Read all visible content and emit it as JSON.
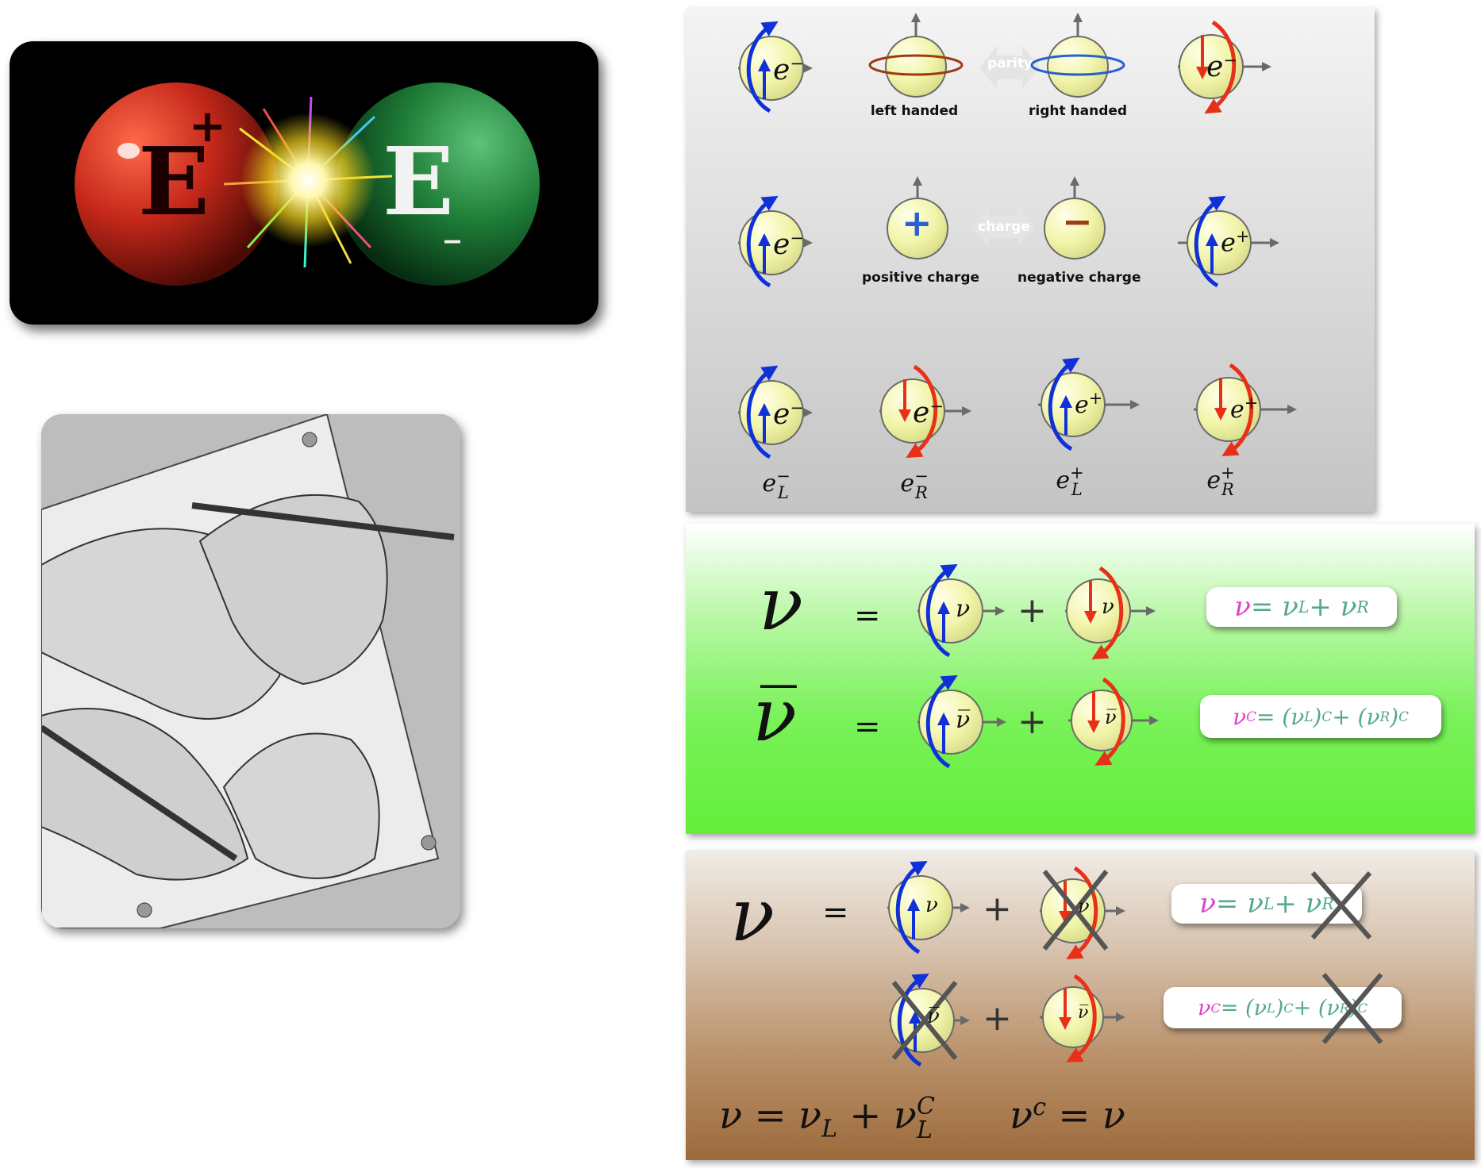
{
  "logo": {
    "left_letter": "E",
    "left_sign": "+",
    "right_letter": "E",
    "right_sign": "_"
  },
  "panel1": {
    "row1": {
      "particle_left": "e",
      "sup_left": "−",
      "left_label": "left handed",
      "chip": "parity",
      "right_label": "right handed",
      "particle_right": "e",
      "sup_right": "−"
    },
    "row2": {
      "particle_left": "e",
      "sup_left": "−",
      "pos_symbol": "+",
      "pos_label": "positive charge",
      "chip": "charge",
      "neg_symbol": "−",
      "neg_label": "negative charge",
      "particle_right": "e",
      "sup_right": "+"
    },
    "row3": [
      {
        "particle": "e",
        "sup": "−",
        "label_base": "e",
        "label_sup": "−",
        "label_sub": "L"
      },
      {
        "particle": "e",
        "sup": "−",
        "label_base": "e",
        "label_sup": "−",
        "label_sub": "R"
      },
      {
        "particle": "e",
        "sup": "+",
        "label_base": "e",
        "label_sup": "+",
        "label_sub": "L"
      },
      {
        "particle": "e",
        "sup": "+",
        "label_base": "e",
        "label_sup": "+",
        "label_sub": "R"
      }
    ]
  },
  "panel2": {
    "nu_symbol": "ν",
    "nubar_symbol": "ν̅",
    "equals": "=",
    "plus": "+",
    "sphere_nu": "ν",
    "sphere_nubar": "ν̅",
    "formula1": {
      "lhs": "ν",
      "eq": " = ν",
      "sub1": "L",
      "mid": " + ν",
      "sub2": "R"
    },
    "formula2": {
      "lhs": "ν",
      "lhs_sup": "C",
      "p1": " = (ν",
      "sub1": "L",
      "p2": ")",
      "sup1": "C",
      "p3": " + (ν",
      "sub2": "R",
      "p4": ")",
      "sup2": "C"
    }
  },
  "panel3": {
    "nu_symbol": "ν",
    "equals": "=",
    "plus": "+",
    "sphere_nu": "ν",
    "sphere_nubar": "ν̅",
    "formula1": {
      "lhs": "ν",
      "eq": " = ν",
      "sub1": "L",
      "mid": " + ν",
      "sub2": "R"
    },
    "formula2": {
      "lhs": "ν",
      "lhs_sup": "C",
      "p1": " = (ν",
      "sub1": "L",
      "p2": ")",
      "sup1": "C",
      "p3": " + (ν",
      "sub2": "R",
      "p4": ")",
      "sup2": "C"
    },
    "bottom1": {
      "a": "ν = ν",
      "sub": "L",
      "b": " + ν",
      "sub2": "L",
      "sup2": "C"
    },
    "bottom2": {
      "a": "ν",
      "sup": "c",
      "b": " = ν"
    }
  },
  "colors": {
    "sphere": "#f4f7b4",
    "spin_blue": "#1030d8",
    "spin_red": "#e83018",
    "axis": "#6a6a6a",
    "formula_green": "#55a88a",
    "formula_magenta": "#e040d0",
    "cross": "#555555"
  }
}
